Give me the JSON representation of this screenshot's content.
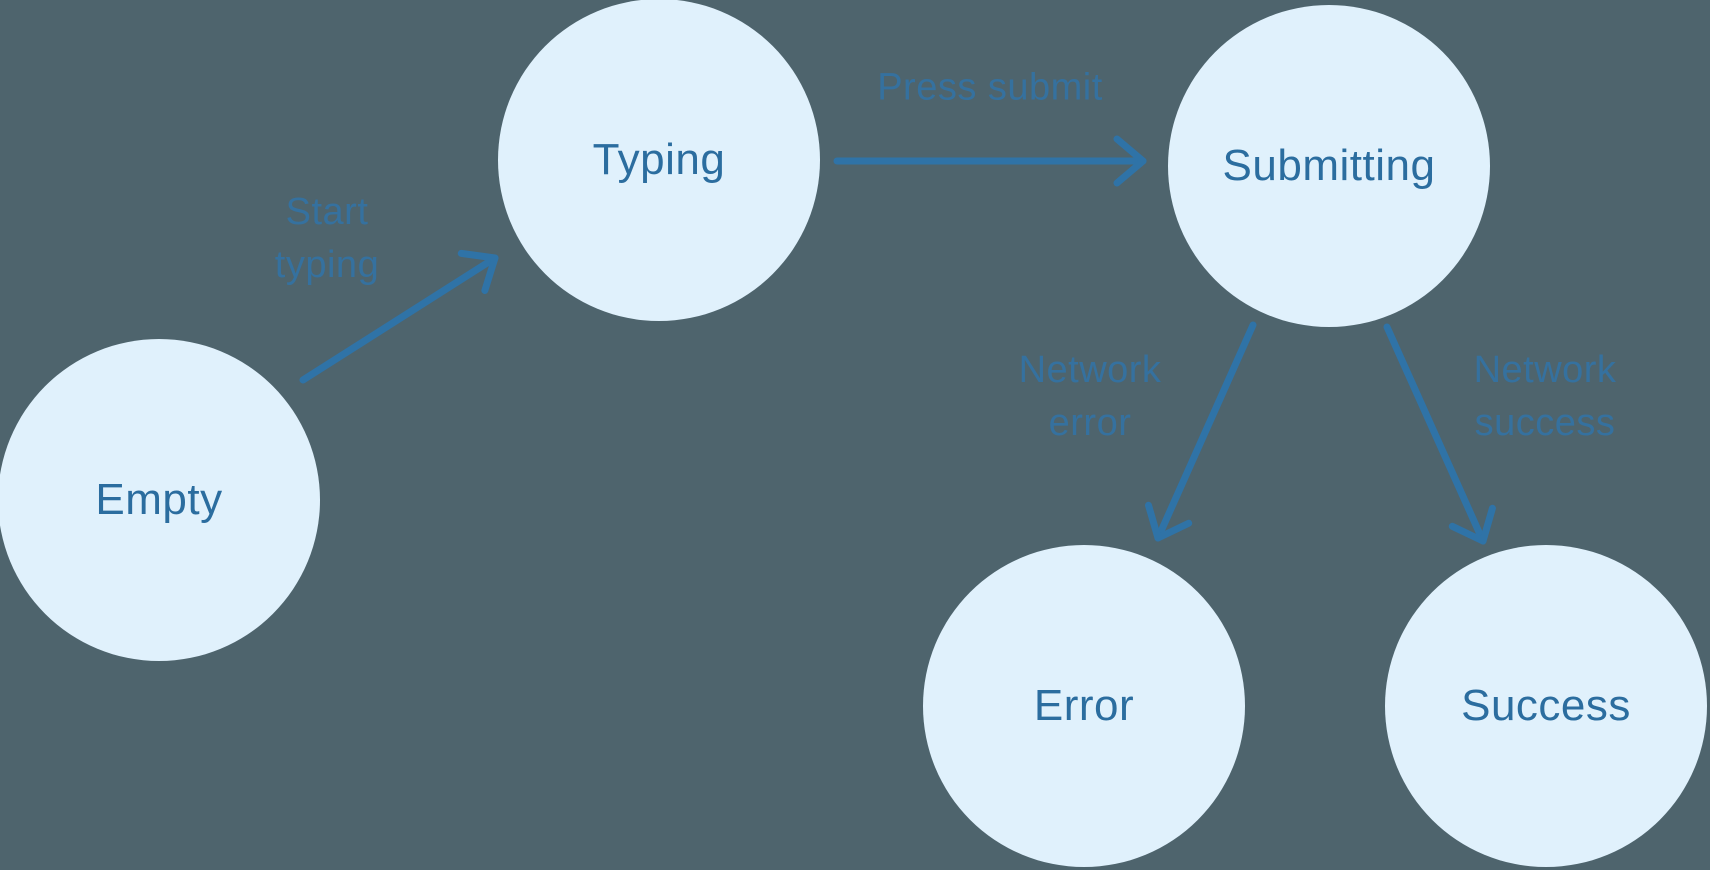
{
  "diagram": {
    "colors": {
      "background": "#4e646d",
      "node_fill": "#e0f1fc",
      "node_text": "#2b6d9f",
      "edge_stroke": "#2f73a7",
      "edge_label": "#35719f"
    },
    "nodes": [
      {
        "id": "empty",
        "label": "Empty"
      },
      {
        "id": "typing",
        "label": "Typing"
      },
      {
        "id": "submitting",
        "label": "Submitting"
      },
      {
        "id": "error",
        "label": "Error"
      },
      {
        "id": "success",
        "label": "Success"
      }
    ],
    "edges": [
      {
        "from": "empty",
        "to": "typing",
        "label_lines": [
          "Start",
          "typing"
        ]
      },
      {
        "from": "typing",
        "to": "submitting",
        "label_lines": [
          "Press submit"
        ]
      },
      {
        "from": "submitting",
        "to": "error",
        "label_lines": [
          "Network",
          "error"
        ]
      },
      {
        "from": "submitting",
        "to": "success",
        "label_lines": [
          "Network",
          "success"
        ]
      }
    ]
  }
}
